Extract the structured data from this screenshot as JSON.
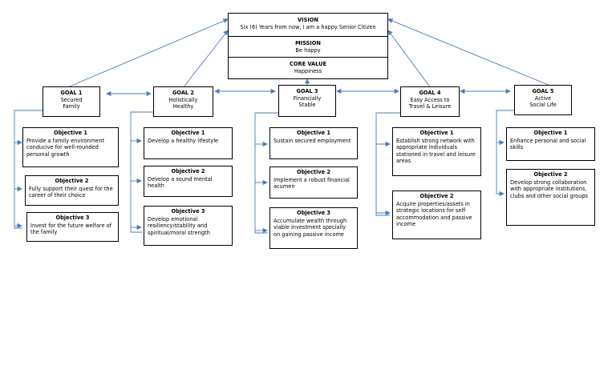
{
  "vision": {
    "title": "VISION",
    "text": "Six (6) Years from now, I am a happy Senior Citizen"
  },
  "mission": {
    "title": "MISSION",
    "text": "Be happy"
  },
  "core_value": {
    "title": "CORE VALUE",
    "text": "Happiness"
  },
  "goals": [
    {
      "title": "GOAL 1",
      "line1": "Secured",
      "line2": "Family",
      "objectives": [
        {
          "title": "Objective 1",
          "text": "Provide a family environment conducive for well-rounded personal growth"
        },
        {
          "title": "Objective 2",
          "text": "Fully support their quest for the career of their choice"
        },
        {
          "title": "Objective 3",
          "text": "Invest for the future welfare of the family"
        }
      ]
    },
    {
      "title": "GOAL 2",
      "line1": "Holistically",
      "line2": "Healthy",
      "objectives": [
        {
          "title": "Objective 1",
          "text": "Develop a healthy lifestyle"
        },
        {
          "title": "Objective 2",
          "text": "Develop a sound mental health"
        },
        {
          "title": "Objective 3",
          "text": "Develop emotional resiliency/stability and spiritual/moral strength"
        }
      ]
    },
    {
      "title": "GOAL 3",
      "line1": "Financially",
      "line2": "Stable",
      "objectives": [
        {
          "title": "Objective 1",
          "text": "Sustain secured employment"
        },
        {
          "title": "Objective 2",
          "text": "Implement a robust financial acumen"
        },
        {
          "title": "Objective 3",
          "text": "Accumulate wealth through viable investment specially on gaining passive income"
        }
      ]
    },
    {
      "title": "GOAL 4",
      "line1": "Easy Access to",
      "line2": "Travel & Leisure",
      "objectives": [
        {
          "title": "Objective 1",
          "text": "Establish strong network with appropriate individuals stationed in travel and leisure areas"
        },
        {
          "title": "Objective 2",
          "text": "Acquire properties/assets in strategic locations for self-accommodation and passive income"
        }
      ]
    },
    {
      "title": "GOAL 5",
      "line1": "Active",
      "line2": "Social Life",
      "objectives": [
        {
          "title": "Objective 1",
          "text": "Enhance personal and social skills"
        },
        {
          "title": "Objective 2",
          "text": "Develop strong collaboration with appropriate institutions, clubs and other social groups"
        }
      ]
    }
  ],
  "colors": {
    "connector": "#4a7ebb",
    "border": "#000000"
  }
}
